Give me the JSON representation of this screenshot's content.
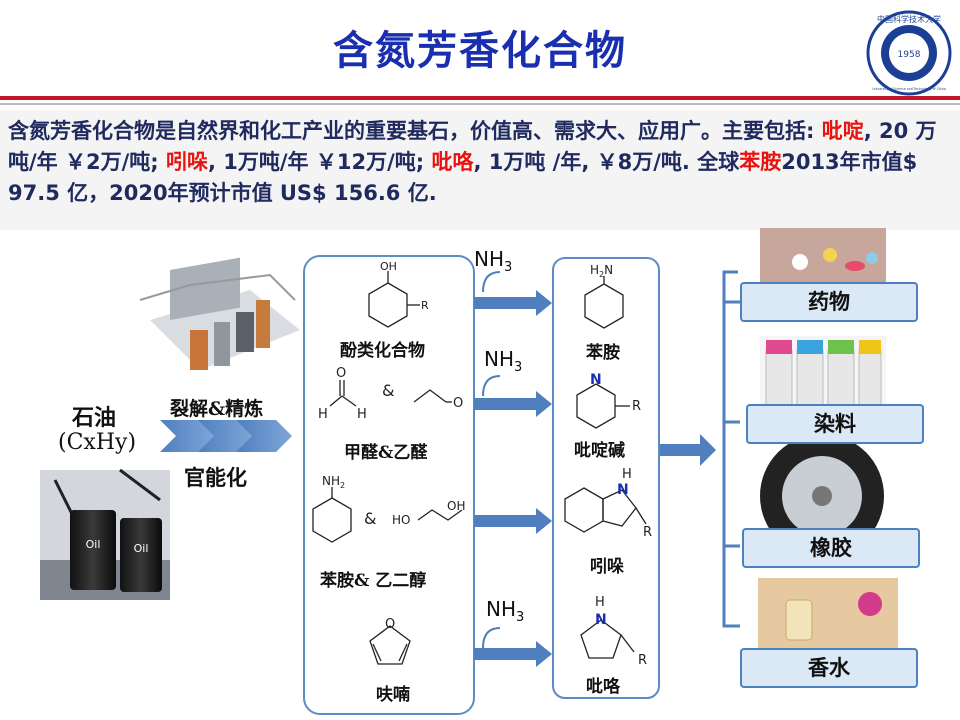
{
  "title": "含氮芳香化合物",
  "logo": {
    "year": "1958",
    "ring_text": "中国科学技术大学",
    "ring_text_en": "University of Science and Technology of China"
  },
  "intro": {
    "part1": "含氮芳香化合物是自然界和化工产业的重要基石，价值高、需求大、应用广。主要包括: ",
    "pyridine": "吡啶",
    "part2": ", 20 万吨/年 ￥2万/吨; ",
    "indole": "吲哚",
    "part3": ", 1万吨/年 ￥12万/吨; ",
    "pyrrole": "吡咯",
    "part4": ", 1万吨 /年, ￥8万/吨.  全球",
    "aniline": "苯胺",
    "part5": "2013年市值$ 97.5 亿，2020年预计市值 US$ 156.6 亿."
  },
  "source": {
    "oil_label": "石油",
    "oil_formula": "(CxHy)",
    "process_top": "裂解&精炼",
    "process_bottom": "官能化",
    "barrel_label": "Oil"
  },
  "reactants": {
    "phenols": "酚类化合物",
    "aldehydes": "甲醛&乙醛",
    "aniline_glycol": "苯胺& 乙二醇",
    "furan": "呋喃",
    "amp": "&",
    "atoms": {
      "oh": "OH",
      "r": "R",
      "o": "O",
      "h": "H",
      "nh2": "NH",
      "nh2_sub": "2",
      "ho": "HO"
    }
  },
  "reagent": {
    "nh": "NH",
    "sub": "3"
  },
  "products": {
    "aniline": "苯胺",
    "pyridine": "吡啶碱",
    "indole": "吲哚",
    "pyrrole": "吡咯",
    "atoms": {
      "h2n": "H",
      "h2n_sub": "2",
      "h2n_n": "N",
      "n": "N",
      "h": "H",
      "r": "R"
    }
  },
  "applications": [
    "药物",
    "染料",
    "橡胶",
    "香水"
  ],
  "colors": {
    "title": "#1a2fb0",
    "highlight": "#e8130f",
    "rule": "#c0162b",
    "box_border": "#5b8cc5",
    "arrow": "#4f7fbf",
    "app_fill": "#dbe9f6"
  }
}
